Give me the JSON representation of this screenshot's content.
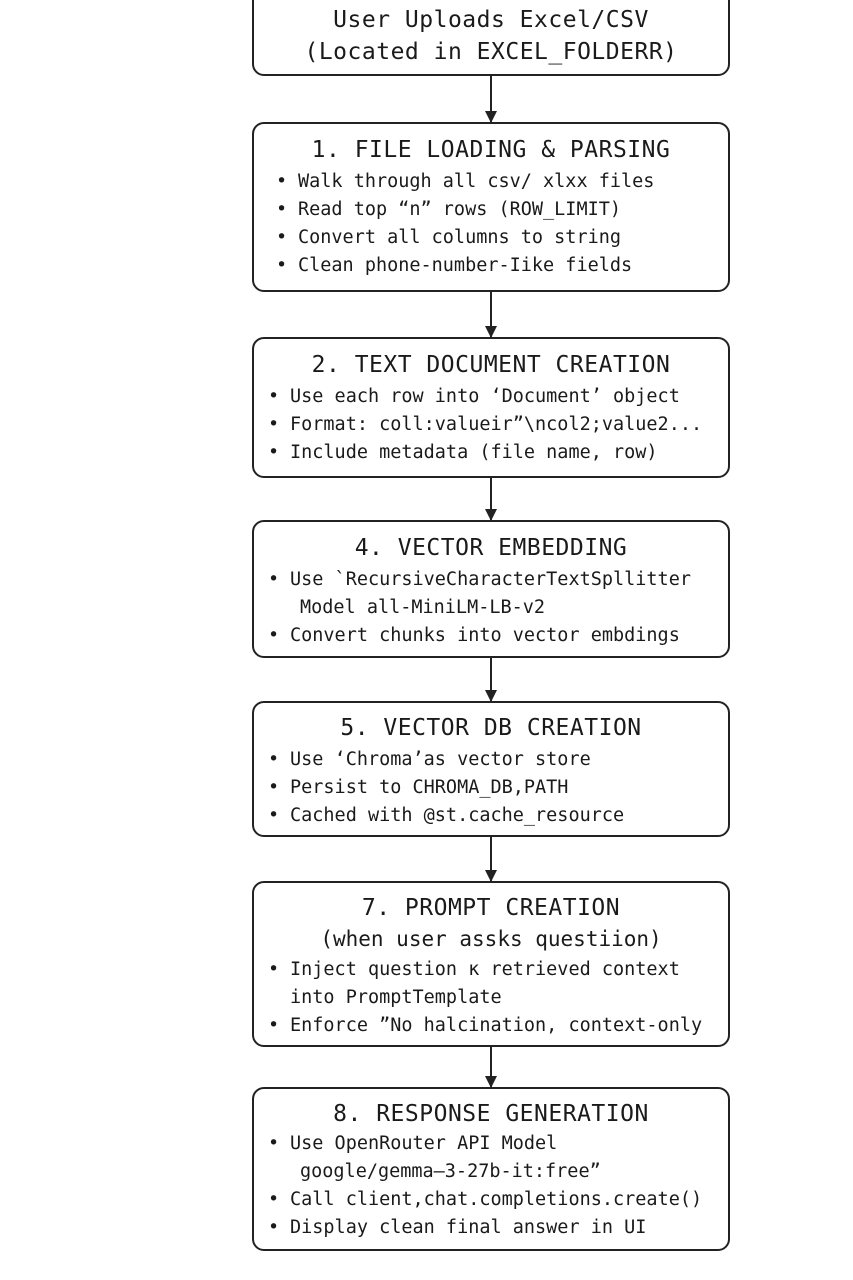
{
  "start": {
    "lines": [
      "User Uploads Excel/CSV",
      "(Located in EXCEL_FOLDERR)"
    ]
  },
  "steps": [
    {
      "title": "1. FILE LOADING & PARSING",
      "items": [
        "Walk through all csv/ xlxx files",
        "Read top “n” rows (ROW_LIMIT)",
        "Convert all columns to string",
        "Clean phone-number-Iike fields"
      ]
    },
    {
      "title": "2. TEXT DOCUMENT CREATION",
      "items": [
        "Use each row into ‘Document’ object",
        "Format: coll:valueir”\\ncol2;value2...",
        "Include metadata (file name, row)"
      ]
    },
    {
      "title": "4. VECTOR EMBEDDING",
      "items": [
        "Use `RecursiveCharacterTextSpllitter",
        "Model all-MiniLM-LB-v2",
        "Convert chunks into vector embdings"
      ]
    },
    {
      "title": "5. VECTOR DB CREATION",
      "items": [
        "Use ‘Chroma’as vector store",
        "Persist to CHROMA_DB,PATH",
        "Cached with @st.cache_resource"
      ]
    },
    {
      "title": "7. PROMPT CREATION",
      "subtitle": "(when user assks questiion)",
      "items": [
        "Inject question ĸ retrieved context",
        "into PromptTemplate",
        "Enforce ”No halcination, context-only"
      ]
    },
    {
      "title": "8. RESPONSE GENERATION",
      "items": [
        "Use OpenRouter API      Model",
        "google/gemma—3-27b-it:free”",
        "Call client,chat.completions.create()",
        "Display clean final answer in UI"
      ]
    }
  ]
}
